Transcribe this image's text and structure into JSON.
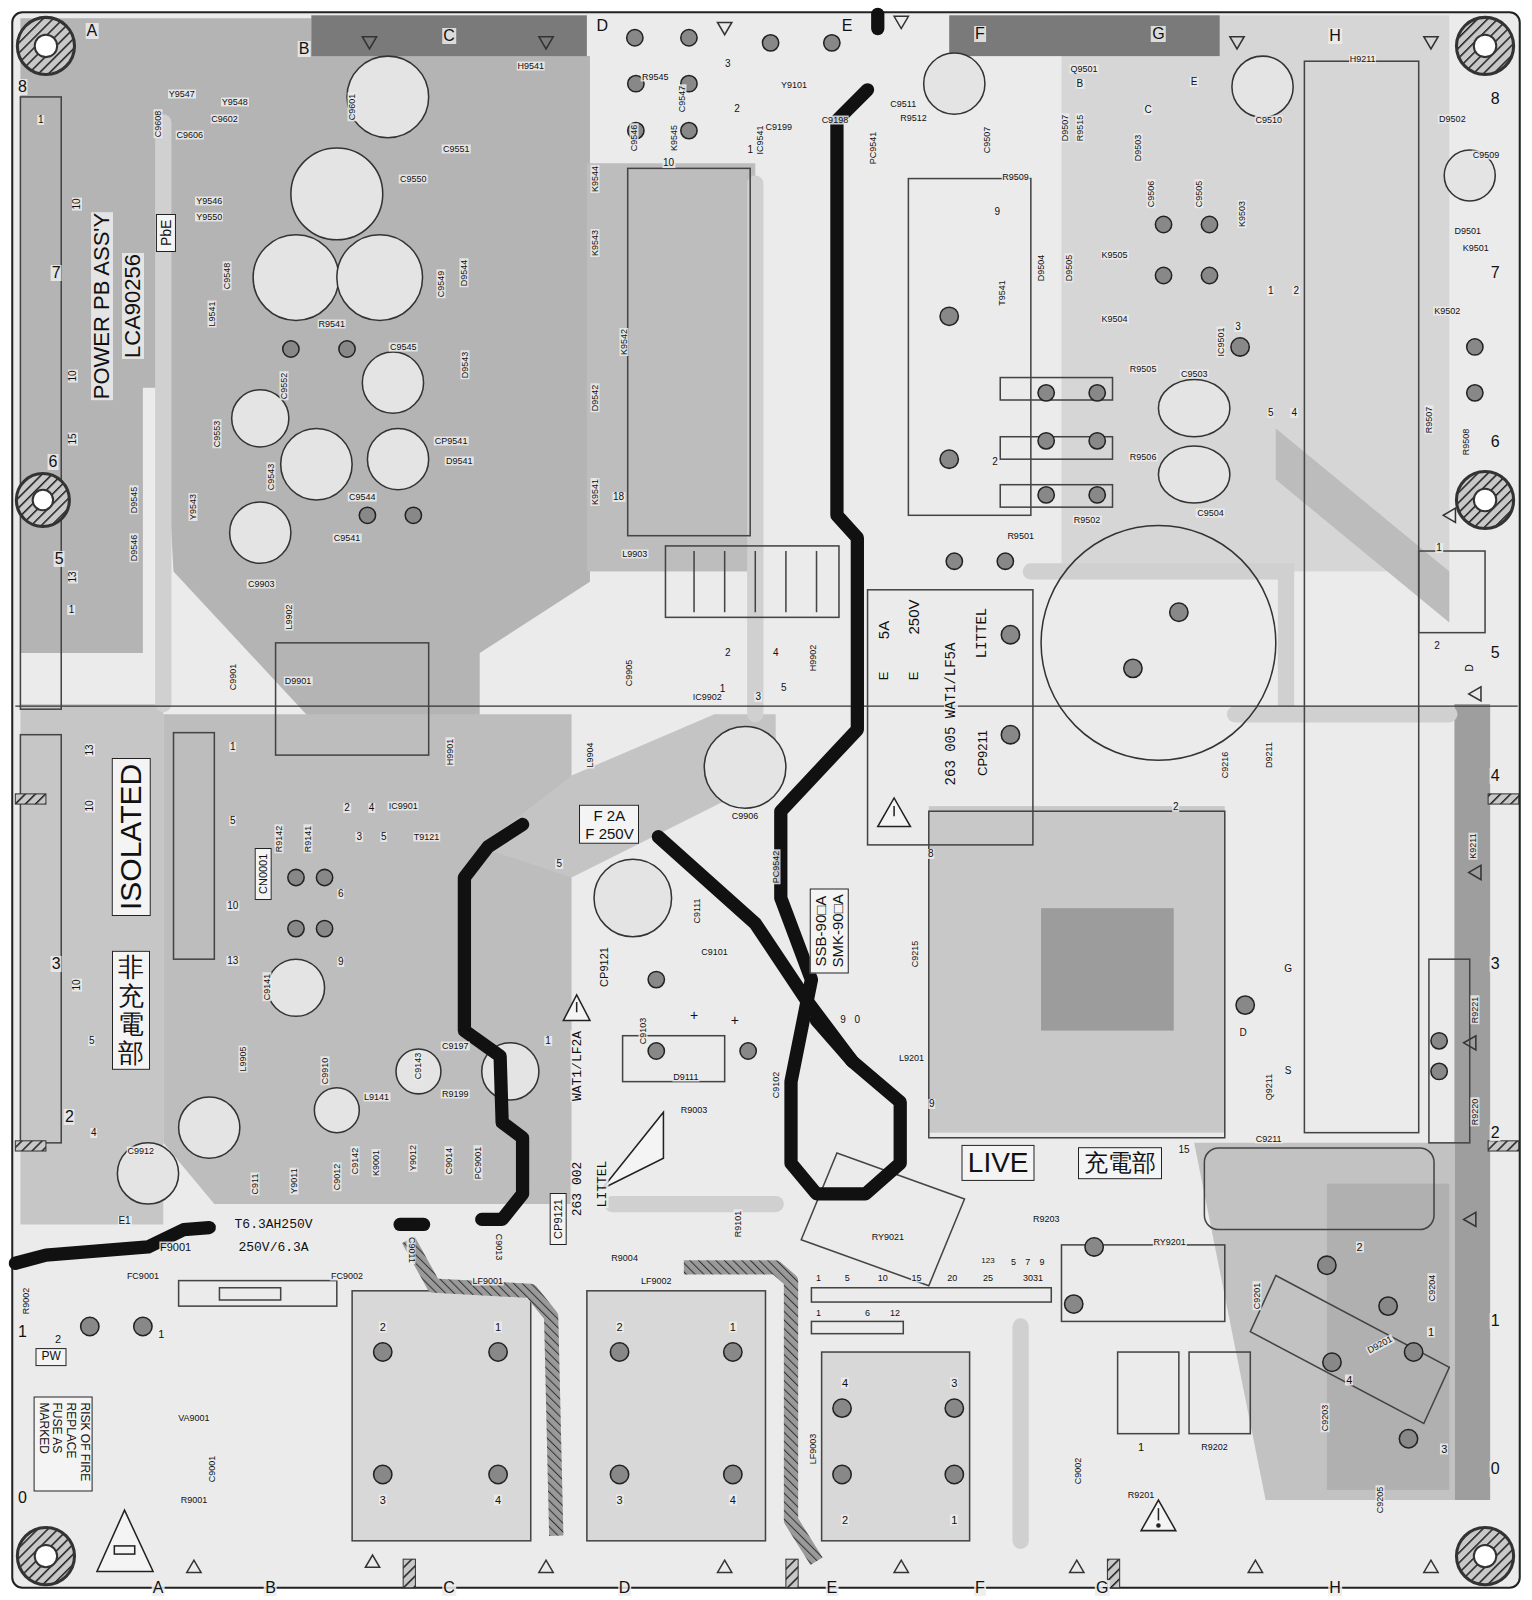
{
  "diagram": {
    "nodes": [
      {
        "text": [
          "PbE"
        ]
      },
      {
        "text": [
          "CN0001"
        ]
      },
      {
        "text": [
          "ISOLATED"
        ]
      },
      {
        "text": [
          "非充電部"
        ]
      },
      {
        "text": [
          "F 2A",
          "F 250V"
        ]
      },
      {
        "text": [
          "SSB-90□A",
          "SMK-90□A"
        ]
      },
      {
        "text": [
          "LIVE"
        ]
      },
      {
        "text": [
          "充電部"
        ]
      },
      {
        "text": [
          "PW"
        ]
      },
      {
        "text": [
          "RISK OF FIRE REPLACE FUSE AS MARKED"
        ]
      },
      {
        "text": [
          "CP9121"
        ]
      }
    ],
    "labels": [
      "A",
      "B",
      "C",
      "D",
      "E",
      "F",
      "G",
      "H",
      "A",
      "B",
      "C",
      "D",
      "E",
      "F",
      "G",
      "H",
      "8",
      "7",
      "6",
      "5",
      "3",
      "2",
      "1",
      "0",
      "8",
      "7",
      "6",
      "5",
      "4",
      "3",
      "2",
      "1",
      "0",
      "1",
      "10",
      "10",
      "15",
      "13",
      "1",
      "13",
      "10",
      "10",
      "5",
      "4",
      "1",
      "5",
      "10",
      "13",
      "6",
      "9",
      "Y9547",
      "Y9548",
      "C9608",
      "C9602",
      "C9606",
      "Y9546",
      "Y9550",
      "POWER PB ASS'Y",
      "LCA90256",
      "C9601",
      "C9551",
      "C9550",
      "C9548",
      "C9549",
      "D9544",
      "L9541",
      "R9541",
      "C9545",
      "C9552",
      "C9553",
      "D9543",
      "CP9541",
      "C9543",
      "C9544",
      "D9541",
      "C9541",
      "C9903",
      "Y9543",
      "D9545",
      "D9546",
      "L9902",
      "D9901",
      "C9901",
      "IC9901",
      "H9901",
      "T9121",
      "2",
      "4",
      "3",
      "5",
      "R9142",
      "R9141",
      "C9141",
      "L9905",
      "C9910",
      "C9143",
      "C9197",
      "L9141",
      "R9199",
      "C9142",
      "K9001",
      "C9012",
      "C911",
      "Y9011",
      "Y9012",
      "C9014",
      "PC9001",
      "C9912",
      "E1",
      "C9011",
      "C9013",
      "H9541",
      "F9001",
      "T6.3AH250V",
      "250V/6.3A",
      "FC9001",
      "FC9002",
      "R9002",
      "2",
      "1",
      "VA9001",
      "C9001",
      "R9001",
      "R9545",
      "C9547",
      "C9546",
      "K9545",
      "10",
      "3",
      "2",
      "1",
      "Y9101",
      "C9199",
      "C9198",
      "IC9541",
      "PC9541",
      "K9544",
      "K9543",
      "K9542",
      "D9542",
      "K9541",
      "18",
      "L9903",
      "C9905",
      "IC9902",
      "H9902",
      "2",
      "4",
      "1",
      "3",
      "5",
      "L9904",
      "C9906",
      "PC9542",
      "5",
      "C9111",
      "C9101",
      "CP9121",
      "WAT1/LF2A",
      "263 002",
      "LITTEL",
      "C9103",
      "D9111",
      "+",
      "+",
      "C9102",
      "1",
      "R9003",
      "R9004",
      "R9101",
      "E",
      "5A",
      "E",
      "250V",
      "263 005 WAT1/LF5A",
      "LITTEL",
      "CP9211",
      "8",
      "2",
      "9",
      "15",
      "C9215",
      "L9201",
      "9",
      "0",
      "RY9021",
      "R9203",
      "RY9201",
      "123",
      "5",
      "7",
      "9",
      "1",
      "5",
      "10",
      "15",
      "20",
      "25",
      "3031",
      "1",
      "6",
      "12",
      "C9216",
      "D9211",
      "G",
      "D",
      "S",
      "Q9211",
      "H9211",
      "C9211",
      "K9211",
      "R9221",
      "R9220",
      "Q9501",
      "B",
      "E",
      "C",
      "C9511",
      "R9512",
      "C9507",
      "D9507",
      "R9515",
      "D9503",
      "R9509",
      "C9510",
      "9",
      "C9506",
      "C9505",
      "K9503",
      "T9541",
      "D9504",
      "D9505",
      "K9505",
      "K9504",
      "IC9501",
      "1",
      "2",
      "3",
      "5",
      "4",
      "C9503",
      "R9505",
      "R9506",
      "R9502",
      "C9504",
      "R9501",
      "2",
      "D9502",
      "C9509",
      "D9501",
      "K9501",
      "K9502",
      "R9507",
      "R9508",
      "1",
      "2",
      "D",
      "LF9001",
      "LF9002",
      "2",
      "1",
      "3",
      "4",
      "2",
      "1",
      "3",
      "4",
      "4",
      "3",
      "2",
      "1",
      "LF9003",
      "C9002",
      "1",
      "R9201",
      "R9202",
      "C9201",
      "C9204",
      "2",
      "1",
      "4",
      "3",
      "D9201",
      "C9203",
      "C9205"
    ]
  }
}
